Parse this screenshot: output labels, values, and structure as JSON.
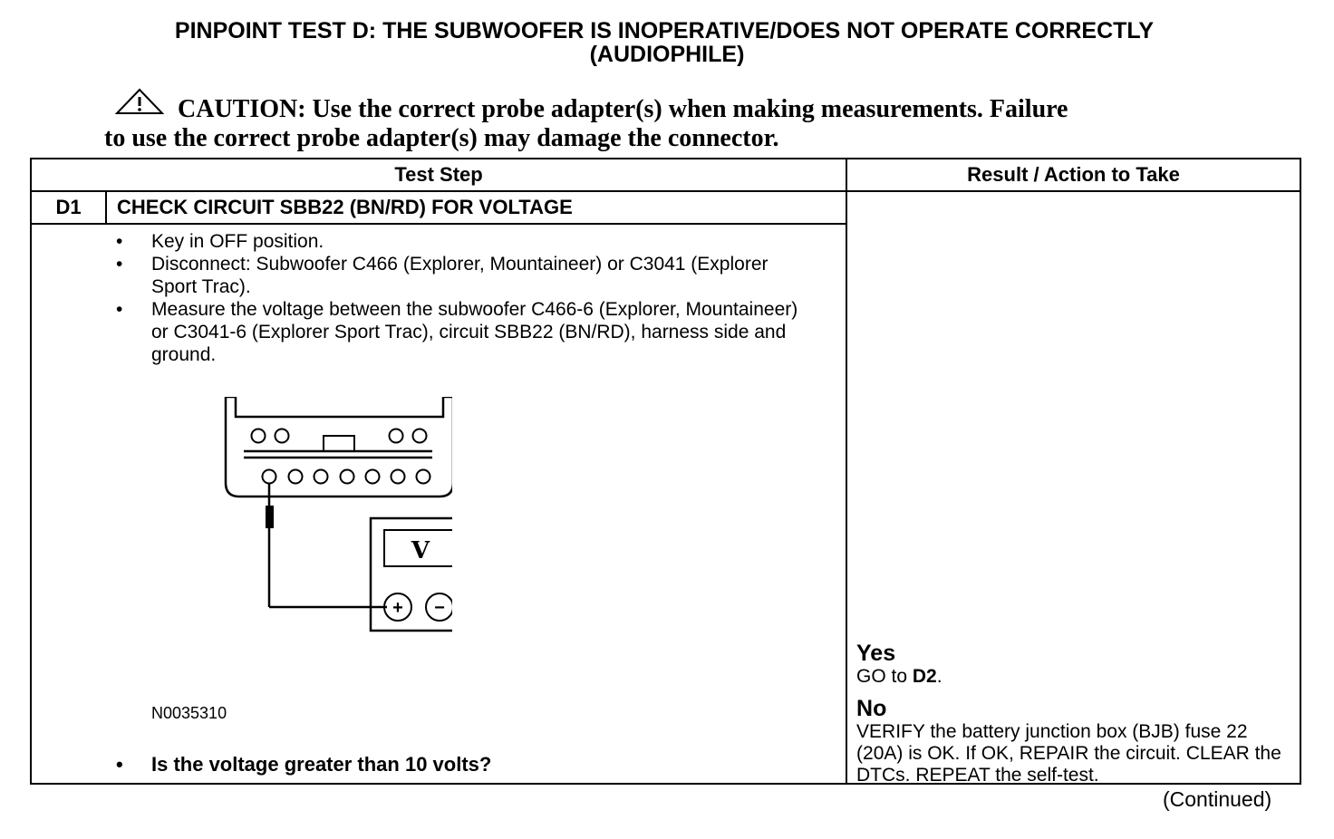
{
  "title": {
    "line1": "PINPOINT TEST  D: THE SUBWOOFER IS INOPERATIVE/DOES NOT OPERATE CORRECTLY",
    "line2": "(AUDIOPHILE)"
  },
  "caution": {
    "icon": "warning-triangle-icon",
    "line1": "CAUTION: Use the correct probe adapter(s) when making measurements. Failure",
    "line2": "to use the correct probe adapter(s) may damage the connector."
  },
  "table": {
    "headers": {
      "test_step": "Test Step",
      "result": "Result / Action to Take"
    },
    "step": {
      "id": "D1",
      "title": "CHECK CIRCUIT SBB22 (BN/RD) FOR VOLTAGE",
      "bullets": [
        "Key in OFF position.",
        "Disconnect: Subwoofer C466 (Explorer, Mountaineer) or C3041 (Explorer Sport Trac).",
        "Measure the voltage between the subwoofer C466-6 (Explorer, Mountaineer) or C3041-6 (Explorer Sport Trac), circuit SBB22 (BN/RD), harness side and ground."
      ],
      "diagram": {
        "meter_label": "V",
        "plus": "+",
        "minus": "−",
        "figure_id": "N0035310"
      },
      "question": "Is the voltage greater than 10 volts?"
    },
    "results": {
      "yes_label": "Yes",
      "yes_pre": "GO to ",
      "yes_target": "D2",
      "yes_post": ".",
      "no_label": "No",
      "no_text": "VERIFY the battery junction box (BJB) fuse 22 (20A) is OK. If OK, REPAIR the circuit. CLEAR the DTCs. REPEAT the self-test."
    }
  },
  "footer": {
    "continued": "(Continued)"
  }
}
